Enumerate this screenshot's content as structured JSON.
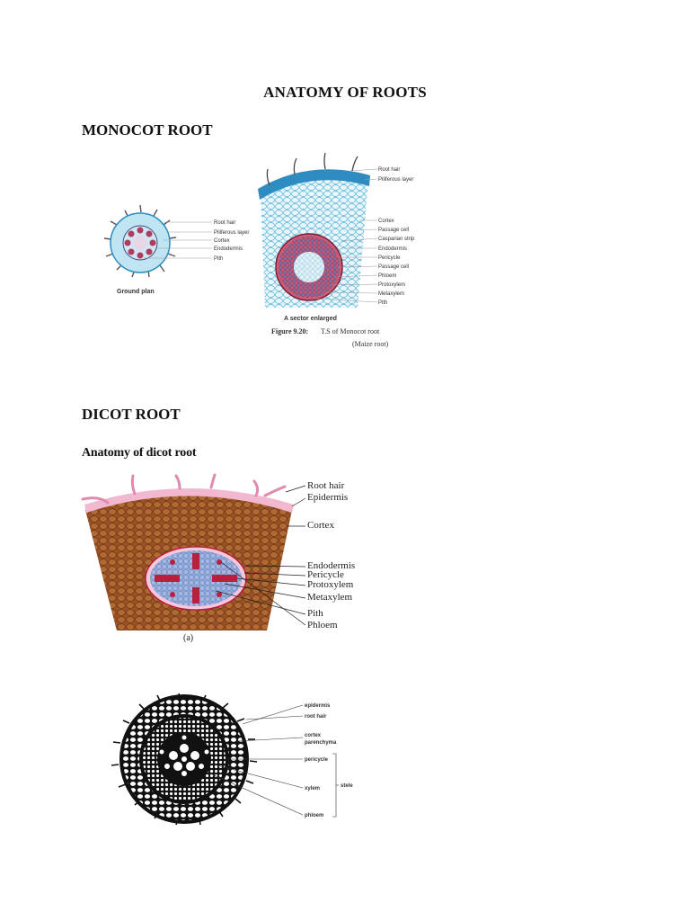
{
  "title": "ANATOMY OF ROOTS",
  "monocot": {
    "heading": "MONOCOT ROOT",
    "ground_plan": {
      "labels": [
        "Root hair",
        "Piliferous layer",
        "Cortex",
        "Endodermis",
        "Pith"
      ],
      "caption": "Ground plan"
    },
    "sector": {
      "labels": [
        "Root hair",
        "Piliferous layer",
        "Cortex",
        "Passage cell",
        "Casparian strip",
        "Endodermis",
        "Pericycle",
        "Passage cell",
        "Phloem",
        "Protoxylem",
        "Metaxylem",
        "Pith"
      ],
      "caption": "A sector enlarged"
    },
    "figure_caption": {
      "number": "Figure 9.20:",
      "text": "T.S of Monocot root",
      "subtext": "(Maize root)"
    }
  },
  "dicot": {
    "heading": "DICOT ROOT",
    "subheading": "Anatomy of dicot root",
    "figure_a": {
      "labels": [
        "Root hair",
        "Epidermis",
        "Cortex",
        "Endodermis",
        "Pericycle",
        "Protoxylem",
        "Metaxylem",
        "Pith",
        "Phloem"
      ],
      "caption": "(a)"
    },
    "figure_b": {
      "labels": [
        "epidermis",
        "root hair",
        "cortex",
        "parenchyma",
        "pericycle",
        "xylem",
        "phloem"
      ],
      "bracket_label": "stele"
    }
  },
  "colors": {
    "mono_cortex": "#bfe4f2",
    "mono_epidermis": "#2e8cc0",
    "mono_vascular": "#b23a5a",
    "dicot_cortex": "#9a5226",
    "dicot_epidermis": "#f2b8d0",
    "dicot_stele": "#8fa6d8"
  }
}
